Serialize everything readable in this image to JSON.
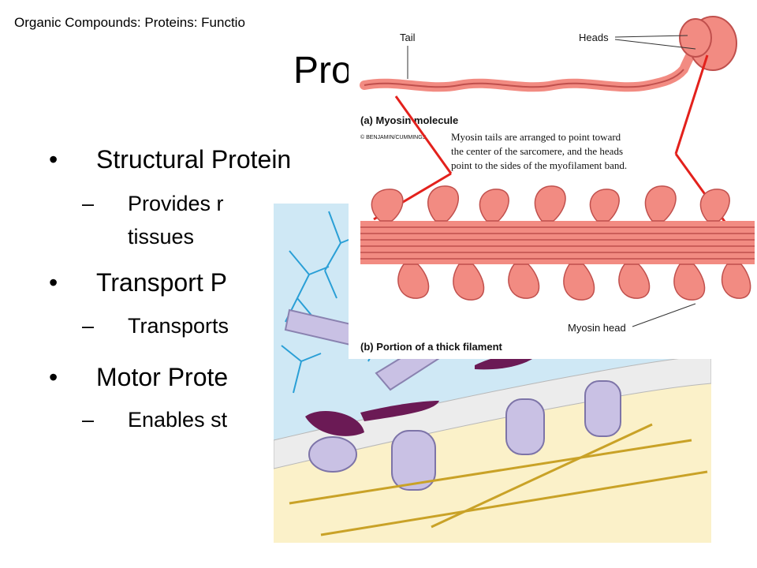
{
  "breadcrumb": "Organic Compounds:  Proteins:  Functio",
  "title": "Pro",
  "bullets": [
    {
      "text": "Structural Protein",
      "sub": [
        "Provides   r",
        "tissues"
      ]
    },
    {
      "text": "Transport P",
      "sub": [
        "Transports"
      ]
    },
    {
      "text": "Motor Prote",
      "sub": [
        "Enables st"
      ]
    }
  ],
  "figure": {
    "tail_label": "Tail",
    "heads_label": "Heads",
    "caption_a": "(a) Myosin molecule",
    "copyright": "© BENJAMIN/CUMMINGS",
    "note_lines": [
      "Myosin tails are arranged to point toward",
      "the center of the sarcomere, and the heads",
      "point to the sides of the myofilament band."
    ],
    "myosin_head_label": "Myosin head",
    "caption_b": "(b) Portion of a thick filament"
  },
  "colors": {
    "myosin": "#f28b82",
    "myosin_dark": "#c0504d",
    "connector": "#e3211c",
    "membrane": "#e8e8e8",
    "cytosol": "#fbf1c9",
    "fluid": "#cfe8f5"
  }
}
